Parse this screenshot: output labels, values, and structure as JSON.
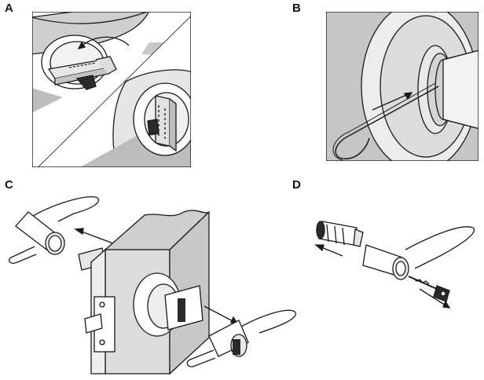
{
  "panels": {
    "a": {
      "label": "A"
    },
    "b": {
      "label": "B"
    },
    "c": {
      "label": "C"
    },
    "d": {
      "label": "D"
    }
  },
  "colors": {
    "line": "#1a1a1a",
    "shade": "#bfbfbf",
    "light_shade": "#d9d9d9",
    "paper": "#ffffff"
  },
  "icons": {
    "a": "key-tool-insertion-illustration",
    "b": "pin-tool-in-rose-illustration",
    "c": "lever-removal-from-door-illustration",
    "d": "cylinder-and-key-removal-illustration"
  }
}
